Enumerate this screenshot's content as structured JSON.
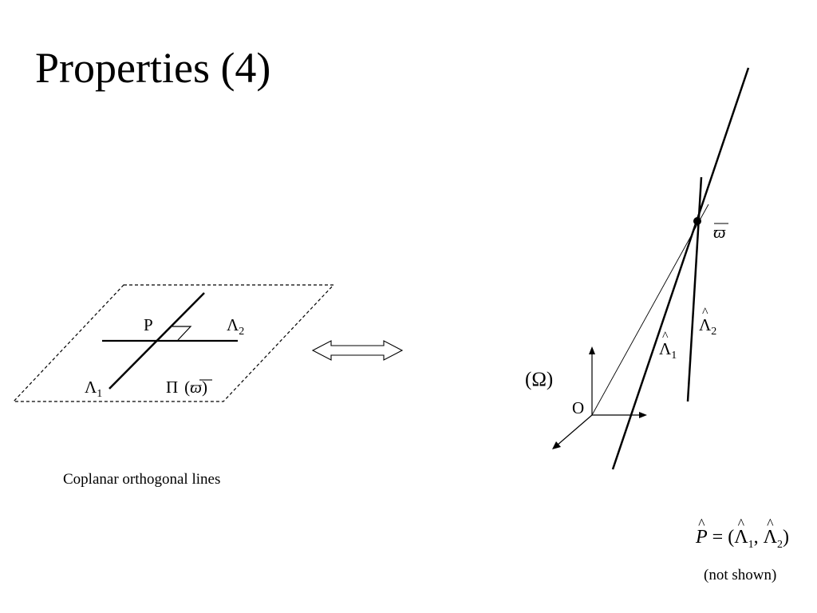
{
  "slide": {
    "title": "Properties (4)"
  },
  "left_figure": {
    "point_label": "P",
    "line1_label": "Λ",
    "line1_sub": "1",
    "line2_label": "Λ",
    "line2_sub": "2",
    "plane_label": "Π",
    "plane_paren_open": "(",
    "plane_symbol": "ϖ",
    "plane_paren_close": ")",
    "caption": "Coplanar orthogonal lines"
  },
  "right_figure": {
    "space_label": "(Ω)",
    "origin_label": "O",
    "point_label": "ϖ",
    "line1_label": "Λ",
    "line1_sub": "1",
    "line2_label": "Λ",
    "line2_sub": "2"
  },
  "formula": {
    "lhs": "P",
    "equals": " = (",
    "a_sym": "Λ",
    "a_sub": "1",
    "comma": ", ",
    "b_sym": "Λ",
    "b_sub": "2",
    "close": ")"
  },
  "note": "(not shown)"
}
